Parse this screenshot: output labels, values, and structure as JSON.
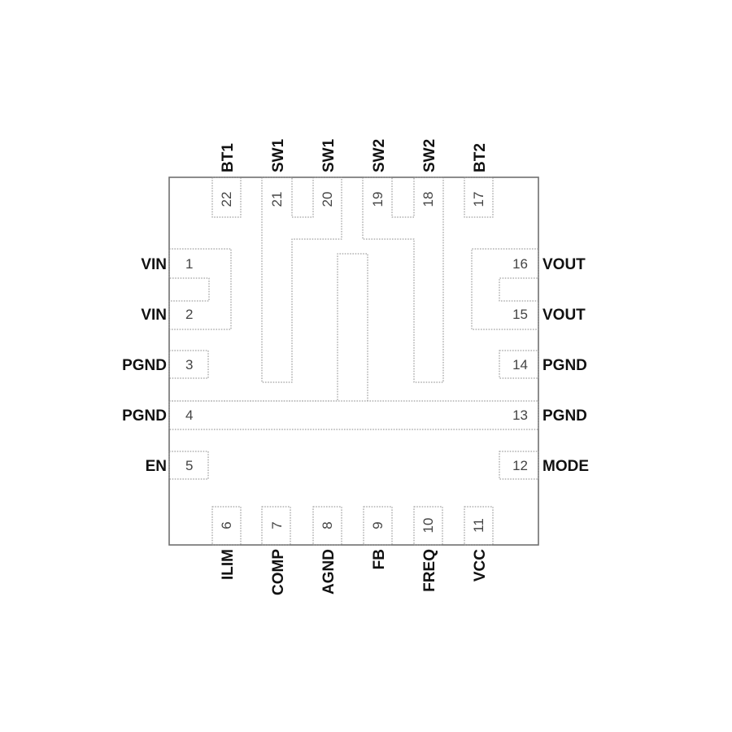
{
  "pins": [
    {
      "num": "1",
      "name": "VIN"
    },
    {
      "num": "2",
      "name": "VIN"
    },
    {
      "num": "3",
      "name": "PGND"
    },
    {
      "num": "4",
      "name": "PGND"
    },
    {
      "num": "5",
      "name": "EN"
    },
    {
      "num": "6",
      "name": "ILIM"
    },
    {
      "num": "7",
      "name": "COMP"
    },
    {
      "num": "8",
      "name": "AGND"
    },
    {
      "num": "9",
      "name": "FB"
    },
    {
      "num": "10",
      "name": "FREQ"
    },
    {
      "num": "11",
      "name": "VCC"
    },
    {
      "num": "12",
      "name": "MODE"
    },
    {
      "num": "13",
      "name": "PGND"
    },
    {
      "num": "14",
      "name": "PGND"
    },
    {
      "num": "15",
      "name": "VOUT"
    },
    {
      "num": "16",
      "name": "VOUT"
    },
    {
      "num": "17",
      "name": "BT2"
    },
    {
      "num": "18",
      "name": "SW2"
    },
    {
      "num": "19",
      "name": "SW2"
    },
    {
      "num": "20",
      "name": "SW1"
    },
    {
      "num": "21",
      "name": "SW1"
    },
    {
      "num": "22",
      "name": "BT1"
    }
  ]
}
